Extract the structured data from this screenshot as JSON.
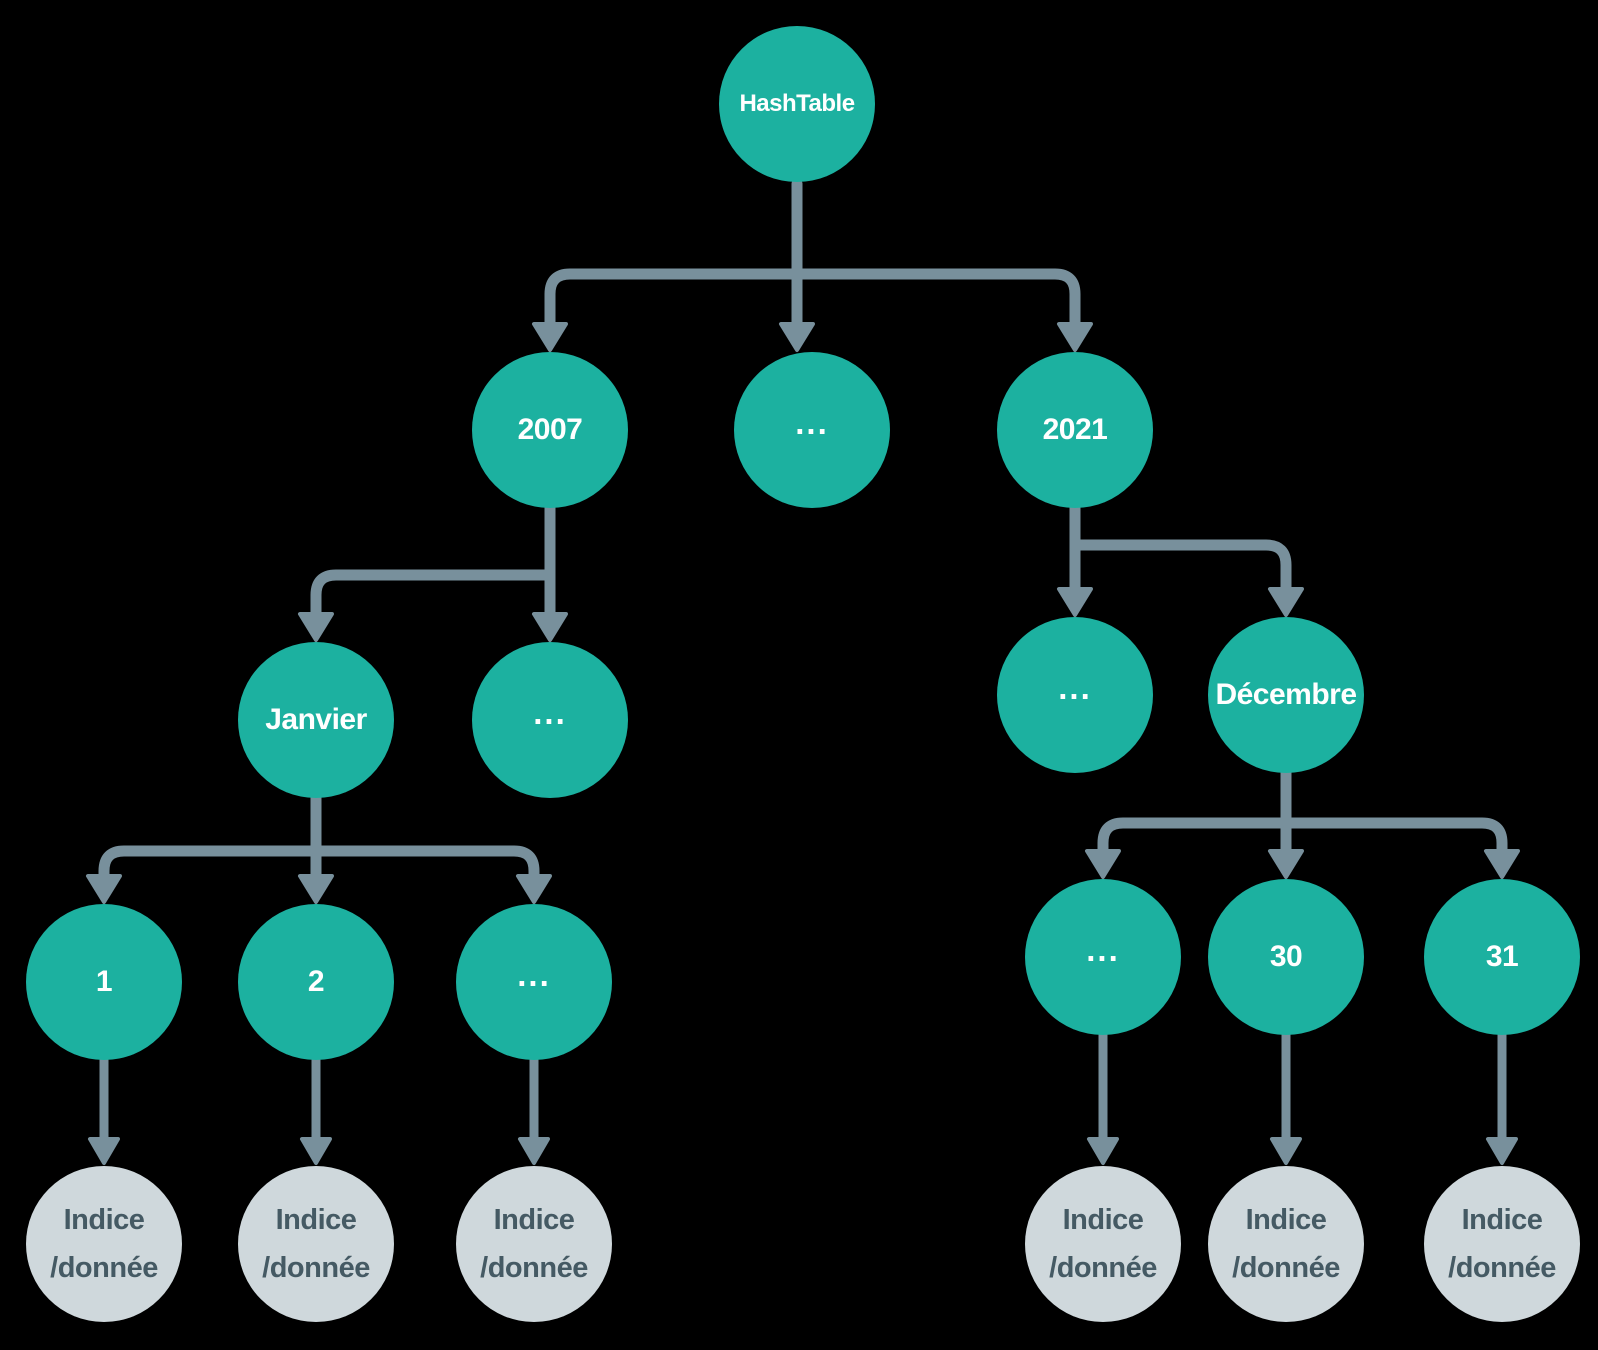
{
  "diagram": {
    "type": "tree",
    "background": "#000000",
    "colors": {
      "node_fill": "#1CB1A0",
      "leaf_fill": "#CFD8DC",
      "arrow": "#78909C",
      "node_text": "#FFFFFF",
      "leaf_text": "#455A64"
    },
    "nodes": {
      "root": {
        "label": "HashTable"
      },
      "years": [
        {
          "label": "2007"
        },
        {
          "label": "..."
        },
        {
          "label": "2021"
        }
      ],
      "months": [
        {
          "label": "Janvier"
        },
        {
          "label": "..."
        },
        {
          "label": "..."
        },
        {
          "label": "Décembre"
        }
      ],
      "days": [
        {
          "label": "1"
        },
        {
          "label": "2"
        },
        {
          "label": "..."
        },
        {
          "label": "..."
        },
        {
          "label": "30"
        },
        {
          "label": "31"
        }
      ],
      "leaves": [
        {
          "line1": "Indice",
          "line2": "/donnée"
        },
        {
          "line1": "Indice",
          "line2": "/donnée"
        },
        {
          "line1": "Indice",
          "line2": "/donnée"
        },
        {
          "line1": "Indice",
          "line2": "/donnée"
        },
        {
          "line1": "Indice",
          "line2": "/donnée"
        },
        {
          "line1": "Indice",
          "line2": "/donnée"
        }
      ]
    },
    "edges": [
      "HashTable->2007",
      "HashTable->...",
      "HashTable->2021",
      "2007->Janvier",
      "2007->...",
      "2021->...",
      "2021->Décembre",
      "Janvier->1",
      "Janvier->2",
      "Janvier->...",
      "Décembre->...",
      "Décembre->30",
      "Décembre->31",
      "1->Indice/donnée",
      "2->Indice/donnée",
      "...->Indice/donnée",
      "...->Indice/donnée",
      "30->Indice/donnée",
      "31->Indice/donnée"
    ]
  }
}
